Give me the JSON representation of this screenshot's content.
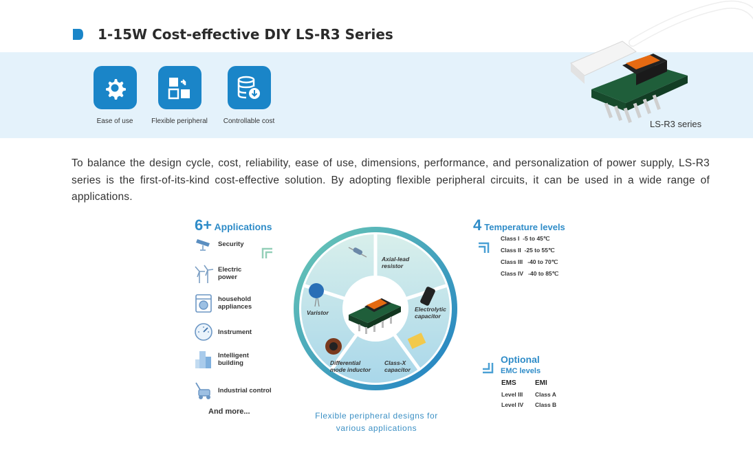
{
  "header": {
    "title": "1-15W Cost-effective DIY LS-R3 Series"
  },
  "features": [
    {
      "label": "Ease of use",
      "icon": "gear-icon"
    },
    {
      "label": "Flexible peripheral",
      "icon": "layout-icon"
    },
    {
      "label": "Controllable cost",
      "icon": "database-icon"
    }
  ],
  "product": {
    "label": "LS-R3 series"
  },
  "intro": "To balance the design cycle, cost, reliability, ease of use, dimensions, performance, and personalization of power supply, LS-R3 series is the first-of-its-kind cost-effective solution. By adopting flexible peripheral circuits, it can be used in a wide range of applications.",
  "applications": {
    "count": "6+",
    "title": "Applications",
    "items": [
      {
        "label": "Security",
        "icon": "camera-icon"
      },
      {
        "label": "Electric\npower",
        "icon": "wind-turbine-icon"
      },
      {
        "label": "household\nappliances",
        "icon": "washing-machine-icon"
      },
      {
        "label": "Instrument",
        "icon": "gauge-icon"
      },
      {
        "label": "Intelligent\nbuilding",
        "icon": "building-icon"
      },
      {
        "label": "Industrial control",
        "icon": "lawn-mower-icon"
      }
    ],
    "more": "And more..."
  },
  "temperature": {
    "count": "4",
    "title": "Temperature levels",
    "rows": [
      {
        "cls": "Class I",
        "range": "-5 to 45℃"
      },
      {
        "cls": "Class II",
        "range": "-25 to 55℃"
      },
      {
        "cls": "Class III",
        "range": "-40 to 70℃"
      },
      {
        "cls": "Class IV",
        "range": "-40 to 85℃"
      }
    ]
  },
  "emc": {
    "title": "Optional",
    "subtitle": "EMC levels",
    "ems_header": "EMS",
    "emi_header": "EMI",
    "ems": [
      "Level III",
      "Level IV"
    ],
    "emi": [
      "Class A",
      "Class B"
    ]
  },
  "wheel": {
    "segments": [
      "Axial-lead\nresistor",
      "Electrolytic\ncapacitor",
      "Class-X\ncapacitor",
      "Differential\nmode inductor",
      "Varistor"
    ]
  },
  "caption": "Flexible peripheral designs for\nvarious applications",
  "colors": {
    "accent": "#1a85c8",
    "band": "#e4f2fb",
    "title_blue": "#2f8cc8"
  }
}
